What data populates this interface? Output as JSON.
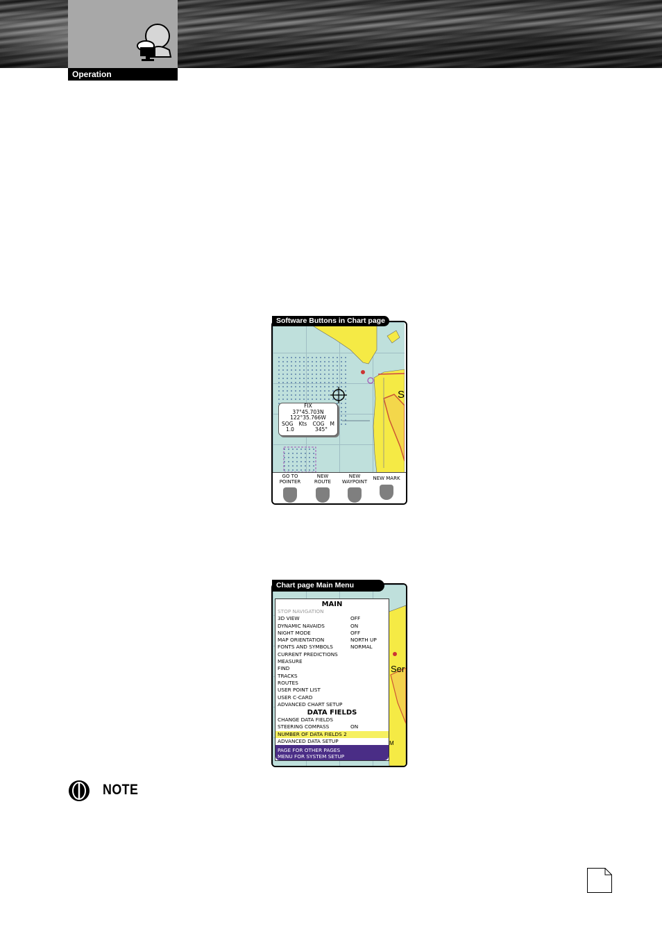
{
  "header": {
    "section_label": "Operation"
  },
  "figure1": {
    "title": "Software Buttons in Chart page",
    "fix_box": {
      "label": "FIX",
      "lat": "37°45.703N",
      "lon": "122°35.766W",
      "sog_label": "SOG",
      "sog_unit": "Kts",
      "cog_label": "COG",
      "cog_unit": "M",
      "sog_value": "1.0",
      "cog_value": "345°"
    },
    "buttons": [
      {
        "line1": "GO TO",
        "line2": "POINTER"
      },
      {
        "line1": "NEW",
        "line2": "ROUTE"
      },
      {
        "line1": "NEW",
        "line2": "WAYPOINT"
      },
      {
        "line1": "NEW MARK",
        "line2": ""
      }
    ],
    "map_letters": {
      "s": "S"
    }
  },
  "figure2": {
    "title": "Chart page Main Menu",
    "main_header": "MAIN",
    "main_items": [
      {
        "label": "STOP NAVIGATION",
        "value": "",
        "dim": true
      },
      {
        "label": "3D VIEW",
        "value": "OFF"
      },
      {
        "label": "DYNAMIC NAVAIDS",
        "value": "ON"
      },
      {
        "label": "NIGHT MODE",
        "value": "OFF"
      },
      {
        "label": "MAP ORIENTATION",
        "value": "NORTH UP"
      },
      {
        "label": "FONTS AND SYMBOLS",
        "value": "NORMAL"
      },
      {
        "label": "CURRENT PREDICTIONS",
        "value": ""
      },
      {
        "label": "MEASURE",
        "value": ""
      },
      {
        "label": "FIND",
        "value": ""
      },
      {
        "label": "TRACKS",
        "value": ""
      },
      {
        "label": "ROUTES",
        "value": ""
      },
      {
        "label": "USER POINT LIST",
        "value": ""
      },
      {
        "label": "USER C-CARD",
        "value": ""
      },
      {
        "label": "ADVANCED CHART SETUP",
        "value": ""
      }
    ],
    "data_header": "DATA FIELDS",
    "data_items": [
      {
        "label": "CHANGE DATA FIELDS",
        "value": ""
      },
      {
        "label": "STEERING COMPASS",
        "value": "ON"
      },
      {
        "label": "NUMBER OF DATA FIELDS  2",
        "value": "",
        "highlight": true
      },
      {
        "label": "ADVANCED DATA SETUP",
        "value": ""
      }
    ],
    "footer_line1": "PAGE FOR OTHER PAGES",
    "footer_line2": "MENU FOR SYSTEM SETUP",
    "map_letters": {
      "ser": "Ser",
      "m": "M"
    }
  },
  "note": {
    "label": "NOTE"
  },
  "colors": {
    "water": "#bfe0dc",
    "land": "#f5ea45",
    "menu_footer": "#4a2d86",
    "highlight": "#f6f060"
  }
}
